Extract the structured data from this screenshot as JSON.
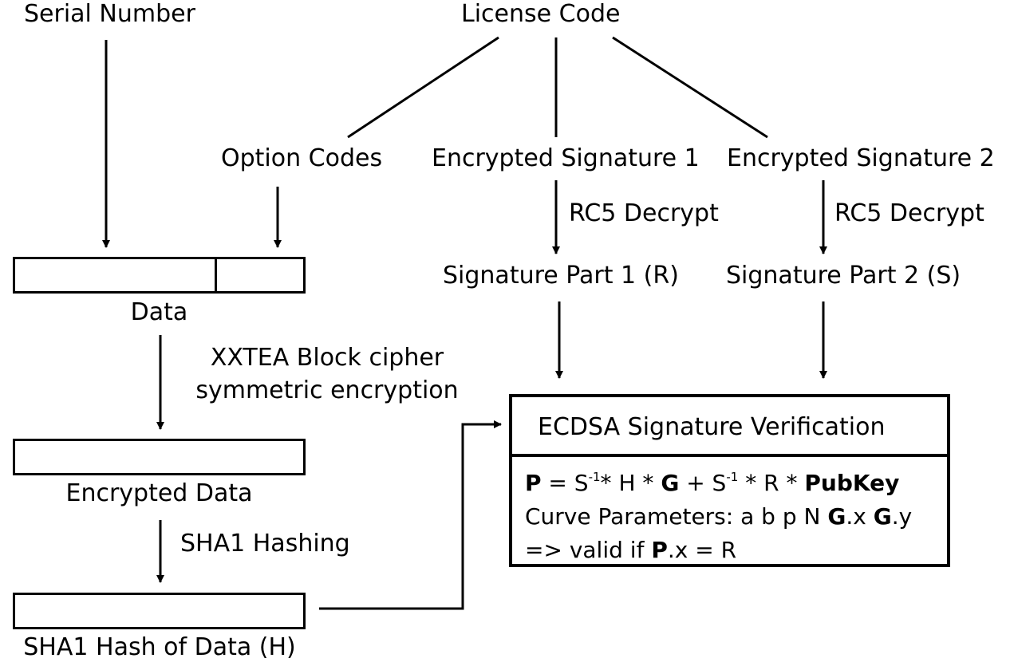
{
  "labels": {
    "serial_number": "Serial Number",
    "license_code": "License Code",
    "option_codes": "Option Codes",
    "encrypted_signature_1": "Encrypted Signature 1",
    "encrypted_signature_2": "Encrypted Signature 2",
    "rc5_decrypt_1": "RC5 Decrypt",
    "rc5_decrypt_2": "RC5 Decrypt",
    "signature_part_1": "Signature Part 1 (R)",
    "signature_part_2": "Signature Part 2 (S)",
    "data": "Data",
    "xxtea_line1": "XXTEA Block cipher",
    "xxtea_line2": "symmetric encryption",
    "encrypted_data": "Encrypted Data",
    "sha1_hashing": "SHA1 Hashing",
    "sha1_hash_of_data": "SHA1 Hash of Data (H)"
  },
  "ecdsa": {
    "title": "ECDSA Signature Verification",
    "formula": {
      "p": "P",
      "eq_s": " = S",
      "inv1": "-1",
      "h_part": "* H * ",
      "g": "G",
      "plus_s": " + S",
      "inv2": "-1",
      "r_part": " * R * ",
      "pubkey": "PubKey"
    },
    "curve": {
      "prefix": "Curve Parameters: a b p N ",
      "g1": "G",
      "x": ".x ",
      "g2": "G",
      "y": ".y"
    },
    "valid": {
      "prefix": "=> valid if ",
      "p": "P",
      "suffix": ".x = R"
    }
  }
}
